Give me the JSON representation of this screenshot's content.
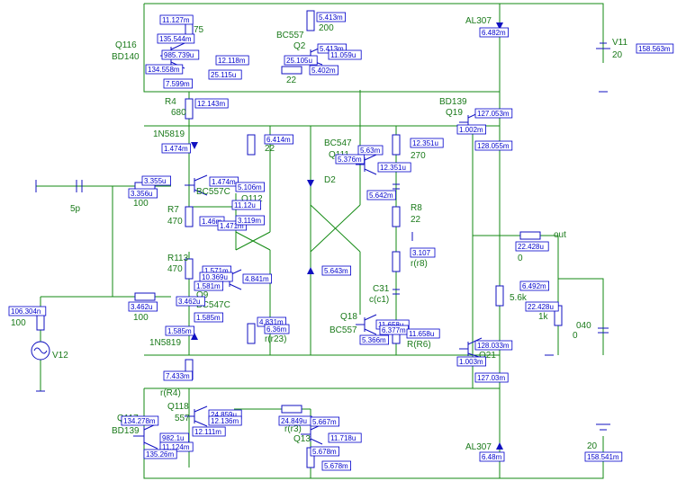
{
  "colors": {
    "wire": "#138a13",
    "component": "#1010c0",
    "label": "#1a7a1a",
    "measure": "#0000cc",
    "net": "#cc0000"
  },
  "labels": [
    {
      "id": "q116-name",
      "text": "Q116"
    },
    {
      "id": "q116-type",
      "text": "BD140"
    },
    {
      "id": "r75",
      "text": "75"
    },
    {
      "id": "q2-type",
      "text": "BC557"
    },
    {
      "id": "q2-name",
      "text": "Q2"
    },
    {
      "id": "r200",
      "text": "200"
    },
    {
      "id": "al307-top",
      "text": "AL307"
    },
    {
      "id": "v11-name",
      "text": "V11"
    },
    {
      "id": "v11-val",
      "text": "20"
    },
    {
      "id": "r22-top",
      "text": "22"
    },
    {
      "id": "r4-name",
      "text": "R4"
    },
    {
      "id": "r680",
      "text": "680"
    },
    {
      "id": "bd139-q19",
      "text": "BD139"
    },
    {
      "id": "q19-name",
      "text": "Q19"
    },
    {
      "id": "d1n5819-top",
      "text": "1N5819"
    },
    {
      "id": "r22-mid",
      "text": "22"
    },
    {
      "id": "bc547-q111",
      "text": "BC547"
    },
    {
      "id": "q111-name",
      "text": "Q111"
    },
    {
      "id": "r270",
      "text": "270"
    },
    {
      "id": "c5p",
      "text": "5p"
    },
    {
      "id": "r100-in",
      "text": "100"
    },
    {
      "id": "bc557c",
      "text": "BC557C"
    },
    {
      "id": "q112",
      "text": "Q112"
    },
    {
      "id": "d2",
      "text": "D2"
    },
    {
      "id": "r8-name",
      "text": "R8"
    },
    {
      "id": "r8-val",
      "text": "22"
    },
    {
      "id": "r7-name",
      "text": "R7"
    },
    {
      "id": "r470-top",
      "text": "470"
    },
    {
      "id": "out",
      "text": "out"
    },
    {
      "id": "r0-out",
      "text": "0"
    },
    {
      "id": "rr8",
      "text": "r(r8)"
    },
    {
      "id": "r113",
      "text": "R113"
    },
    {
      "id": "r470-bot",
      "text": "470"
    },
    {
      "id": "q9",
      "text": "Q9"
    },
    {
      "id": "bc547c",
      "text": "BC547C"
    },
    {
      "id": "c31",
      "text": "C31"
    },
    {
      "id": "cc1",
      "text": "c(c1)"
    },
    {
      "id": "r56k",
      "text": "5.6k"
    },
    {
      "id": "r1k",
      "text": "1k"
    },
    {
      "id": "r100-fb",
      "text": "100"
    },
    {
      "id": "d1n5819-bot",
      "text": "1N5819"
    },
    {
      "id": "r100-src",
      "text": "100"
    },
    {
      "id": "v12",
      "text": "V12"
    },
    {
      "id": "rr23",
      "text": "r(r23)"
    },
    {
      "id": "q18",
      "text": "Q18"
    },
    {
      "id": "bc557-q18",
      "text": "BC557"
    },
    {
      "id": "rr6",
      "text": "R(R6)"
    },
    {
      "id": "c-zero",
      "text": "0"
    },
    {
      "id": "q21",
      "text": "Q21"
    },
    {
      "id": "rr4",
      "text": "r(R4)"
    },
    {
      "id": "q118",
      "text": "Q118"
    },
    {
      "id": "q117",
      "text": "Q117"
    },
    {
      "id": "bd139-q117",
      "text": "BD139"
    },
    {
      "id": "r557",
      "text": "557"
    },
    {
      "id": "rr3",
      "text": "r(r3)"
    },
    {
      "id": "q13",
      "text": "Q13"
    },
    {
      "id": "al307-bot",
      "text": "AL307"
    },
    {
      "id": "v-bot",
      "text": "20"
    },
    {
      "id": "c-040",
      "text": "040"
    }
  ],
  "measurements": [
    {
      "id": "m1",
      "text": "11.127m"
    },
    {
      "id": "m2",
      "text": "5.413m"
    },
    {
      "id": "m3",
      "text": "6.482m"
    },
    {
      "id": "m4",
      "text": "135.544m"
    },
    {
      "id": "m5",
      "text": "985.739u"
    },
    {
      "id": "m6",
      "text": "12.118m"
    },
    {
      "id": "m7",
      "text": "5.413m"
    },
    {
      "id": "m8",
      "text": "11.059u"
    },
    {
      "id": "m9",
      "text": "158.563m"
    },
    {
      "id": "m10",
      "text": "134.558m"
    },
    {
      "id": "m11",
      "text": "25.105u"
    },
    {
      "id": "m12",
      "text": "25.115u"
    },
    {
      "id": "m13",
      "text": "5.402m"
    },
    {
      "id": "m14",
      "text": "7.599m"
    },
    {
      "id": "m15",
      "text": "12.143m"
    },
    {
      "id": "m16",
      "text": "127.053m"
    },
    {
      "id": "m17",
      "text": "1.002m"
    },
    {
      "id": "m18",
      "text": "6.414m"
    },
    {
      "id": "m19",
      "text": "12.351u"
    },
    {
      "id": "m20",
      "text": "128.055m"
    },
    {
      "id": "m21",
      "text": "1.474m"
    },
    {
      "id": "m22",
      "text": "5.63m"
    },
    {
      "id": "m23",
      "text": "5.376m"
    },
    {
      "id": "m24",
      "text": "12.351u"
    },
    {
      "id": "m25",
      "text": "3.355u"
    },
    {
      "id": "m26",
      "text": "1.474m"
    },
    {
      "id": "m27",
      "text": "3.356u"
    },
    {
      "id": "m28",
      "text": "5.106m"
    },
    {
      "id": "m29",
      "text": "5.642m"
    },
    {
      "id": "m30",
      "text": "11.12u"
    },
    {
      "id": "m31",
      "text": "1.46m"
    },
    {
      "id": "m32",
      "text": "1.471m"
    },
    {
      "id": "m33",
      "text": "3.119m"
    },
    {
      "id": "m34",
      "text": "22.428u"
    },
    {
      "id": "m35",
      "text": "3.107"
    },
    {
      "id": "m36",
      "text": "1.571m"
    },
    {
      "id": "m37",
      "text": "10.369u"
    },
    {
      "id": "m38",
      "text": "4.841m"
    },
    {
      "id": "m39",
      "text": "5.643m"
    },
    {
      "id": "m40",
      "text": "1.581m"
    },
    {
      "id": "m41",
      "text": "6.492m"
    },
    {
      "id": "m42",
      "text": "3.462u"
    },
    {
      "id": "m43",
      "text": "3.462u"
    },
    {
      "id": "m44",
      "text": "22.428u"
    },
    {
      "id": "m45",
      "text": "106.304n"
    },
    {
      "id": "m46",
      "text": "1.585m"
    },
    {
      "id": "m47",
      "text": "4.831m"
    },
    {
      "id": "m48",
      "text": "6.36m"
    },
    {
      "id": "m49",
      "text": "11.658u"
    },
    {
      "id": "m50",
      "text": "6.377m"
    },
    {
      "id": "m51",
      "text": "1.585m"
    },
    {
      "id": "m52",
      "text": "5.366m"
    },
    {
      "id": "m53",
      "text": "11.658u"
    },
    {
      "id": "m54",
      "text": "128.033m"
    },
    {
      "id": "m55",
      "text": "1.003m"
    },
    {
      "id": "m56",
      "text": "7.433m"
    },
    {
      "id": "m57",
      "text": "127.03m"
    },
    {
      "id": "m58",
      "text": "24.859u"
    },
    {
      "id": "m59",
      "text": "12.136m"
    },
    {
      "id": "m60",
      "text": "24.849u"
    },
    {
      "id": "m61",
      "text": "5.667m"
    },
    {
      "id": "m62",
      "text": "134.278m"
    },
    {
      "id": "m63",
      "text": "12.111m"
    },
    {
      "id": "m64",
      "text": "11.718u"
    },
    {
      "id": "m65",
      "text": "982.1u"
    },
    {
      "id": "m66",
      "text": "11.124m"
    },
    {
      "id": "m67",
      "text": "5.678m"
    },
    {
      "id": "m68",
      "text": "135.26m"
    },
    {
      "id": "m69",
      "text": "5.678m"
    },
    {
      "id": "m70",
      "text": "6.48m"
    },
    {
      "id": "m71",
      "text": "158.541m"
    }
  ]
}
